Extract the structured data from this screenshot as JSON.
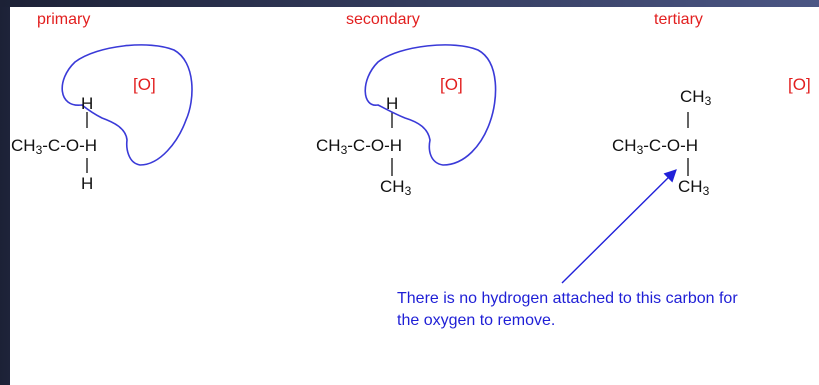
{
  "labels": {
    "primary": "primary",
    "secondary": "secondary",
    "tertiary": "tertiary"
  },
  "oxidant": "[O]",
  "primary_molecule": {
    "top": "H",
    "left_prefix": "CH",
    "left_sub": "3",
    "center_rest": "-C-O-H",
    "bottom": "H"
  },
  "secondary_molecule": {
    "top": "H",
    "left_prefix": "CH",
    "left_sub": "3",
    "center_rest": "-C-O-H",
    "bottom_prefix": "CH",
    "bottom_sub": "3"
  },
  "tertiary_molecule": {
    "top_prefix": "CH",
    "top_sub": "3",
    "left_prefix": "CH",
    "left_sub": "3",
    "center_rest": "-C-O-H",
    "bottom_prefix": "CH",
    "bottom_sub": "3"
  },
  "note": "There is no hydrogen attached to this carbon for the oxygen to remove.",
  "colors": {
    "background": "#2b3455",
    "panel": "#ffffff",
    "label_red": "#e21f1f",
    "outline_blue": "#3a3ad8",
    "note_blue": "#1f1fd6",
    "chem_text": "#111111"
  }
}
